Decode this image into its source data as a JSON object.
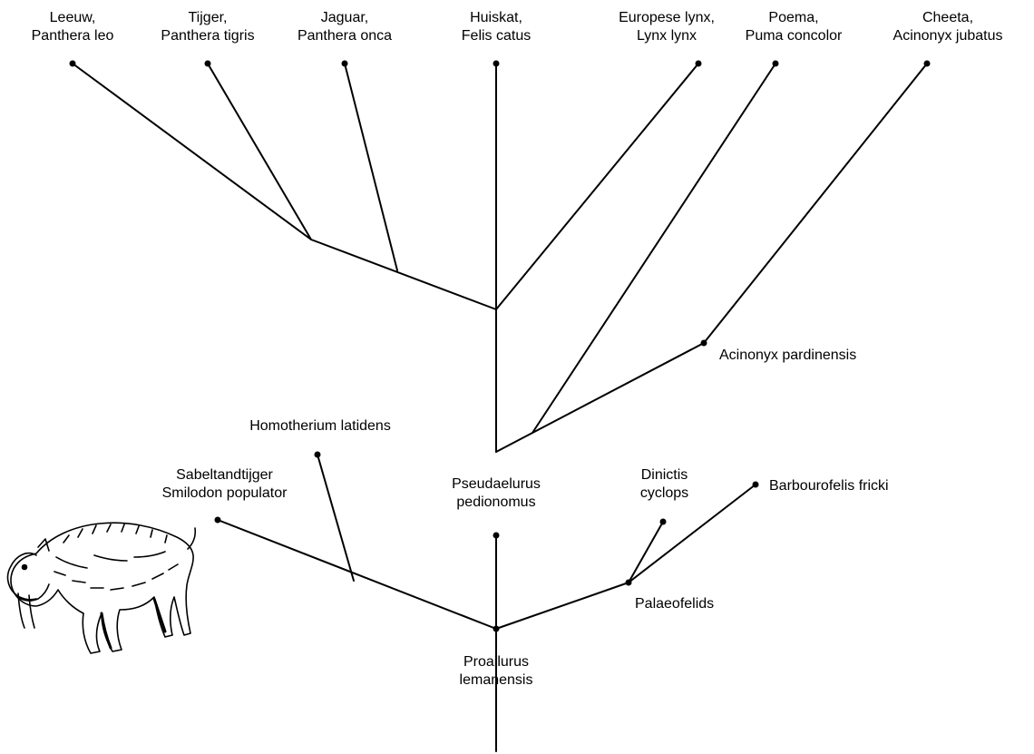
{
  "nodes": {
    "leeuw": {
      "line1": "Leeuw,",
      "line2": "Panthera leo"
    },
    "tijger": {
      "line1": "Tijger,",
      "line2": "Panthera tigris"
    },
    "jaguar": {
      "line1": "Jaguar,",
      "line2": "Panthera onca"
    },
    "huiskat": {
      "line1": "Huiskat,",
      "line2": "Felis catus"
    },
    "lynx": {
      "line1": "Europese lynx,",
      "line2": "Lynx lynx"
    },
    "poema": {
      "line1": "Poema,",
      "line2": "Puma concolor"
    },
    "cheeta": {
      "line1": "Cheeta,",
      "line2": "Acinonyx jubatus"
    },
    "acinonyx_pardinensis": {
      "line1": "Acinonyx pardinensis"
    },
    "homotherium": {
      "line1": "Homotherium latidens"
    },
    "smilodon": {
      "line1": "Sabeltandtijger",
      "line2": "Smilodon populator"
    },
    "pseudaelurus": {
      "line1": "Pseudaelurus",
      "line2": "pedionomus"
    },
    "dinictis": {
      "line1": "Dinictis",
      "line2": "cyclops"
    },
    "barbourofelis": {
      "line1": "Barbourofelis fricki"
    },
    "palaeofelids": {
      "line1": "Palaeofelids"
    },
    "proailurus": {
      "line1": "Proailurus",
      "line2": "lemanensis"
    }
  },
  "illustration": {
    "subject": "sabre-toothed cat drawing",
    "style": "black ink line art"
  },
  "colors": {
    "line": "#000000",
    "background": "#ffffff"
  }
}
